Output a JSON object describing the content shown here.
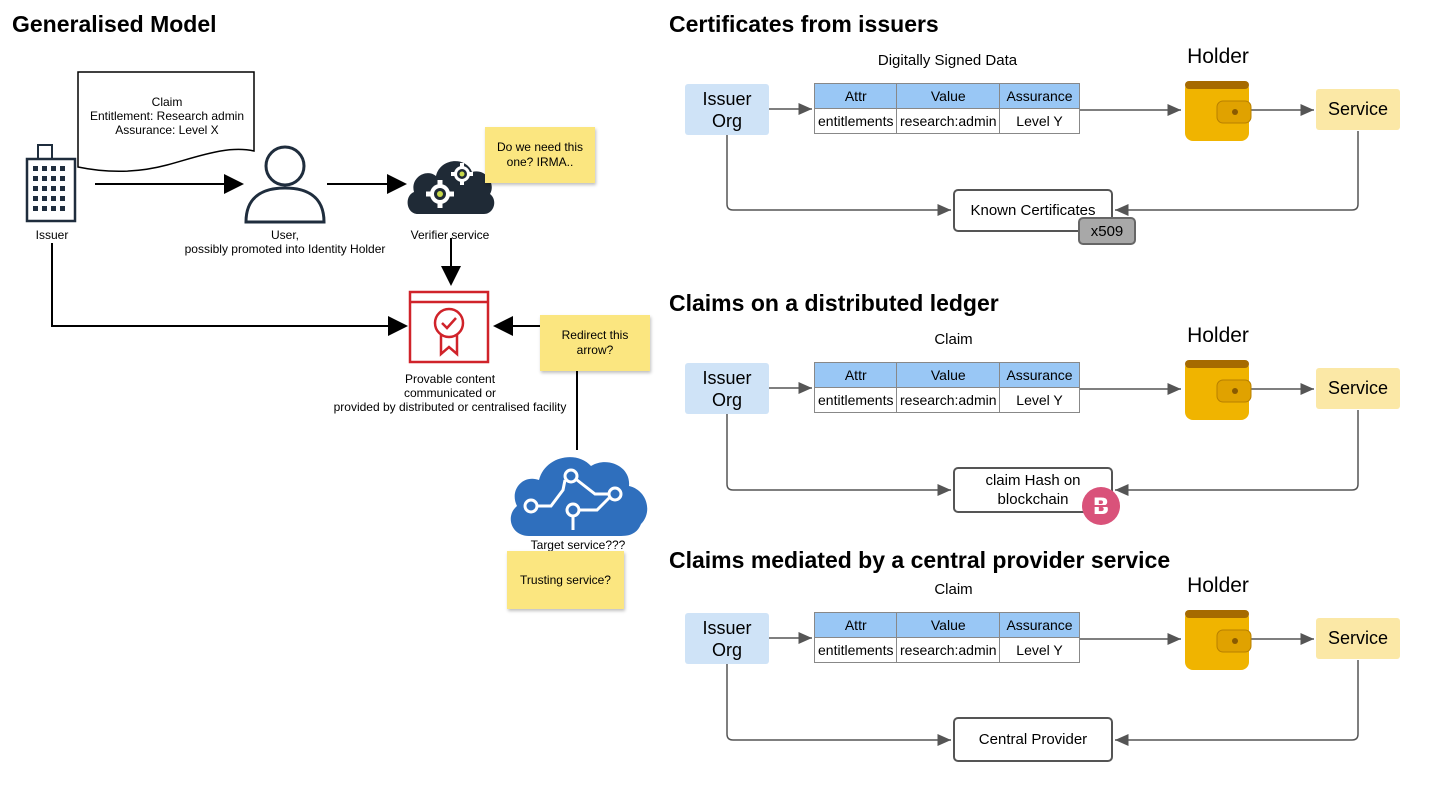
{
  "left": {
    "title": "Generalised Model",
    "claim_doc": {
      "lines": [
        "Claim",
        "Entitlement: Research admin",
        "Assurance: Level X"
      ]
    },
    "issuer_label": "Issuer",
    "user_label": [
      "User,",
      "possibly promoted into Identity Holder"
    ],
    "verifier_label": "Verifier service",
    "provable_label": [
      "Provable content",
      "communicated or",
      "provided by distributed or centralised facility"
    ],
    "target_label": "Target service???",
    "sticky_irma": [
      "Do we need this",
      "one? IRMA.."
    ],
    "sticky_redirect": [
      "Redirect this",
      "arrow?"
    ],
    "sticky_trusting": "Trusting service?"
  },
  "sections": [
    {
      "title": "Certificates from issuers",
      "table_caption": "Digitally Signed Data",
      "issuer": [
        "Issuer",
        "Org"
      ],
      "holder": "Holder",
      "service": "Service",
      "table": {
        "headers": [
          "Attr",
          "Value",
          "Assurance"
        ],
        "row": [
          "entitlements",
          "research:admin",
          "Level Y"
        ]
      },
      "store": [
        "Known Certificates"
      ],
      "badge": "x509"
    },
    {
      "title": "Claims on a distributed ledger",
      "table_caption": "Claim",
      "issuer": [
        "Issuer",
        "Org"
      ],
      "holder": "Holder",
      "service": "Service",
      "table": {
        "headers": [
          "Attr",
          "Value",
          "Assurance"
        ],
        "row": [
          "entitlements",
          "research:admin",
          "Level Y"
        ]
      },
      "store": [
        "claim Hash on",
        "blockchain"
      ],
      "badge": "B"
    },
    {
      "title": "Claims mediated by a central provider service",
      "table_caption": "Claim",
      "issuer": [
        "Issuer",
        "Org"
      ],
      "holder": "Holder",
      "service": "Service",
      "table": {
        "headers": [
          "Attr",
          "Value",
          "Assurance"
        ],
        "row": [
          "entitlements",
          "research:admin",
          "Level Y"
        ]
      },
      "store": [
        "Central Provider"
      ]
    }
  ],
  "colors": {
    "issuer_box": "#cfe3f7",
    "service_box": "#fbe8a6",
    "table_header": "#99c7f5",
    "sticky": "#fbe680",
    "wallet": "#f0b400",
    "certificate_red": "#d0232a",
    "cloud_blue": "#2f6fbd",
    "blockchain_badge": "#d9527a"
  }
}
